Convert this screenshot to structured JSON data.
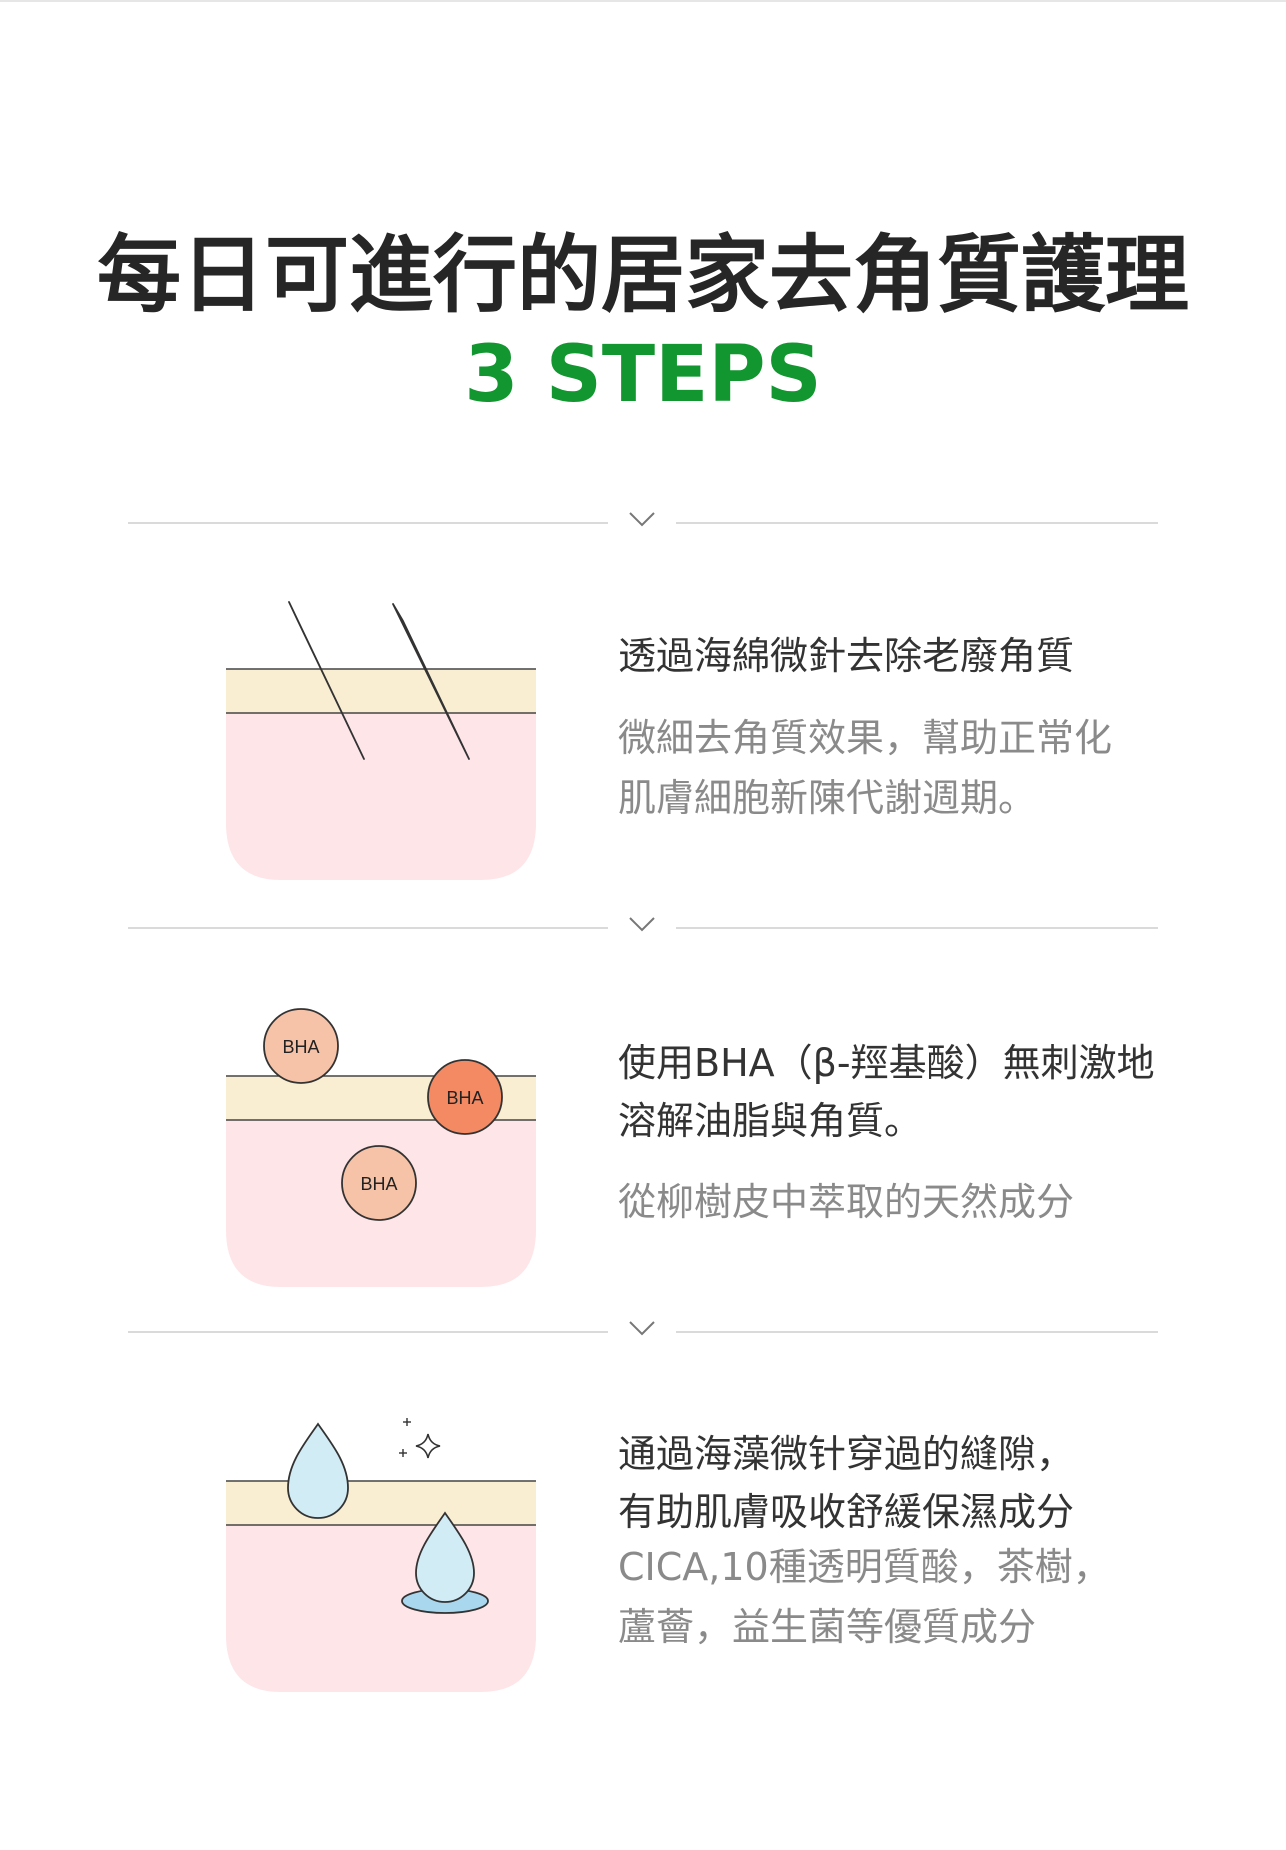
{
  "header": {
    "title": "每日可進行的居家去角質護理",
    "subtitle": "3 STEPS"
  },
  "steps": [
    {
      "heading": "透過海綿微針去除老廢角質",
      "description": "微細去角質效果，幫助正常化\n肌膚細胞新陳代謝週期。",
      "illustration": "spicule-needles-in-skin"
    },
    {
      "heading": "使用BHA（β-羥基酸）無刺激地\n溶解油脂與角質。",
      "description": "從柳樹皮中萃取的天然成分",
      "illustration": "bha-bubbles-in-skin",
      "bubble_label": "BHA"
    },
    {
      "heading": "通過海藻微针穿過的縫隙，\n有助肌膚吸收舒緩保濕成分",
      "description": "CICA,10種透明質酸，茶樹，\n蘆薈，益生菌等優質成分",
      "illustration": "water-drops-absorbing"
    }
  ],
  "colors": {
    "title": "#262626",
    "accent_green": "#12962f",
    "skin_top_layer": "#faeed2",
    "skin_body": "#fde5e8",
    "bha_light": "#f7c3a8",
    "bha_dark": "#f38a63",
    "drop": "#d2ecf6"
  }
}
